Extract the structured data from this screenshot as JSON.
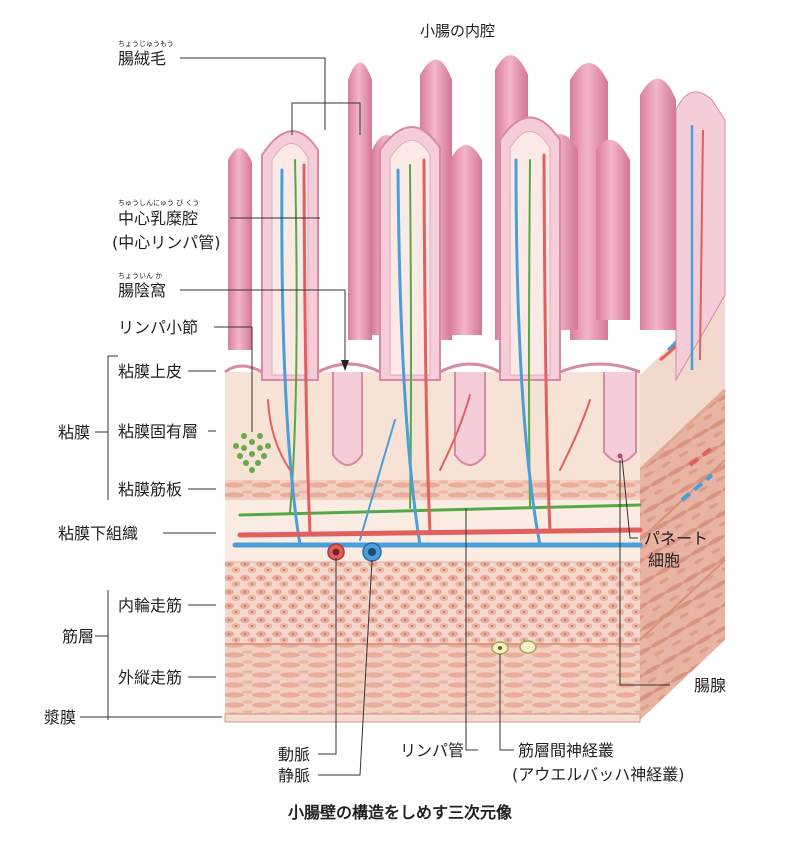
{
  "title": "小腸壁の構造をしめす三次元像",
  "lumen_label": "小腸の内腔",
  "labels": {
    "villus": "腸絨毛",
    "villus_ruby": "ちょうじゅうもう",
    "lacteal": "中心乳糜腔",
    "lacteal_ruby": "ちゅうしんにゅう び くう",
    "lacteal_alt": "(中心リンパ管)",
    "crypt": "腸陰窩",
    "crypt_ruby": "ちょういん か",
    "lymph_nodule": "リンパ小節",
    "epithelium": "粘膜上皮",
    "lamina_propria": "粘膜固有層",
    "muscularis_mucosae": "粘膜筋板",
    "mucosa": "粘膜",
    "submucosa": "粘膜下組織",
    "inner_circular": "内輪走筋",
    "outer_longitudinal": "外縦走筋",
    "muscle_layer": "筋層",
    "serosa": "漿膜",
    "paneth_1": "パネート",
    "paneth_2": "細胞",
    "intestinal_gland": "腸腺",
    "artery": "動脈",
    "vein": "静脈",
    "lymph_vessel": "リンパ管",
    "plexus": "筋層間神経叢",
    "plexus_alt": "(アウエルバッハ神経叢)"
  },
  "colors": {
    "villus_fill": "#e8a0b8",
    "villus_light": "#f6d0dc",
    "epithelium": "#f3c6d3",
    "lamina": "#f7e2d6",
    "muscle": "#efc2b2",
    "muscle_dark": "#e0a08c",
    "artery": "#e06060",
    "vein": "#4a9fd8",
    "lymph": "#55a845",
    "nodule": "#6aa84f",
    "line": "#333333"
  }
}
